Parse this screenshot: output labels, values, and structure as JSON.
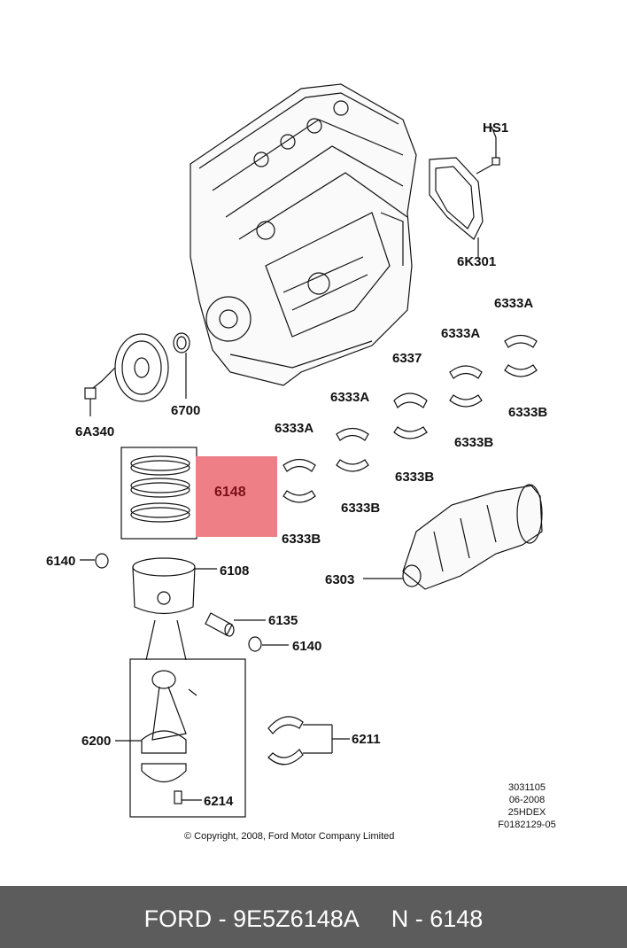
{
  "labels": {
    "hs1": "HS1",
    "k6301": "6K301",
    "p6700": "6700",
    "a6340": "6A340",
    "b6333a_1": "6333A",
    "b6333a_2": "6333A",
    "b6333a_3": "6333A",
    "b6333a_4": "6333A",
    "p6337": "6337",
    "b6333b_1": "6333B",
    "b6333b_2": "6333B",
    "b6333b_3": "6333B",
    "b6333b_4": "6333B",
    "b6333b_5": "6333B",
    "p6148": "6148",
    "p6140_l": "6140",
    "p6108": "6108",
    "p6135": "6135",
    "p6140_r": "6140",
    "p6303": "6303",
    "p6200": "6200",
    "p6211": "6211",
    "p6214": "6214"
  },
  "meta": {
    "line1": "3031105",
    "line2": "06-2008",
    "line3": "25HDEX",
    "line4": "F0182129-05"
  },
  "copyright": "© Copyright, 2008, Ford Motor Company Limited",
  "footer": "FORD - 9E5Z6148A     N - 6148",
  "colors": {
    "highlight": "#ee7f86",
    "footer_bg": "#5c5c5c"
  }
}
